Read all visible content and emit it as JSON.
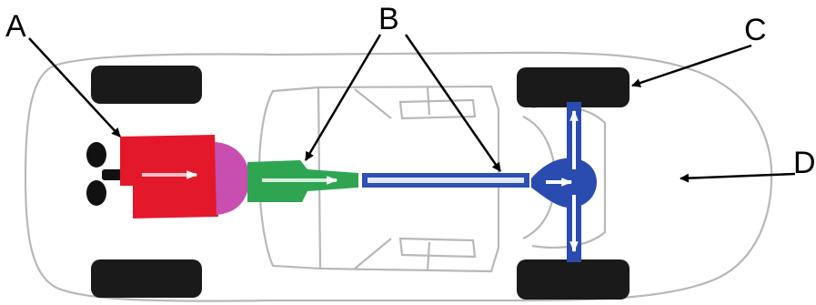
{
  "labels": {
    "a": "A",
    "b": "B",
    "c": "C",
    "d": "D"
  },
  "colors": {
    "engine": "#e3182b",
    "clutch": "#c84fb0",
    "gearbox": "#2fa552",
    "drive_shaft": "#2f4fb3",
    "rear_axle": "#2a4bb0",
    "tyre": "#1a1a1a",
    "body_outline": "#b8b8b8",
    "arrow": "#000000"
  }
}
